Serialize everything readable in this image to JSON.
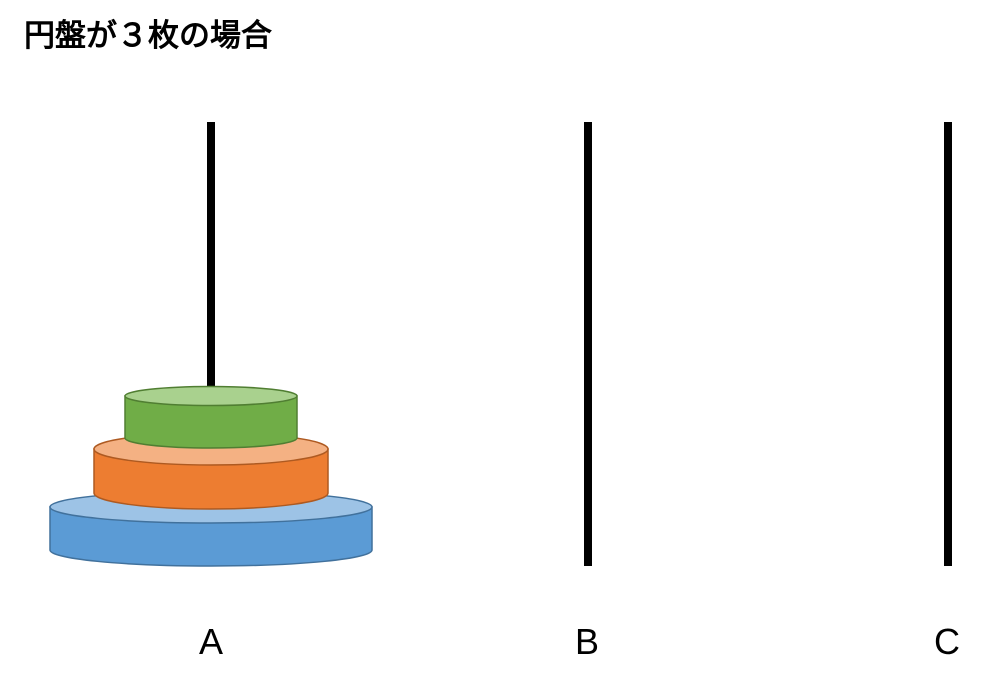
{
  "title": "円盤が３枚の場合",
  "pegs": [
    {
      "label": "A"
    },
    {
      "label": "B"
    },
    {
      "label": "C"
    }
  ],
  "disks": [
    {
      "name": "large",
      "peg": "A",
      "side_color": "#5b9bd5",
      "top_color": "#9dc3e6",
      "edge_color": "#41719c"
    },
    {
      "name": "medium",
      "peg": "A",
      "side_color": "#ed7d31",
      "top_color": "#f4b183",
      "edge_color": "#ae5a21"
    },
    {
      "name": "small",
      "peg": "A",
      "side_color": "#70ad47",
      "top_color": "#a9d18e",
      "edge_color": "#507e32"
    }
  ],
  "peg_color": "#000000"
}
